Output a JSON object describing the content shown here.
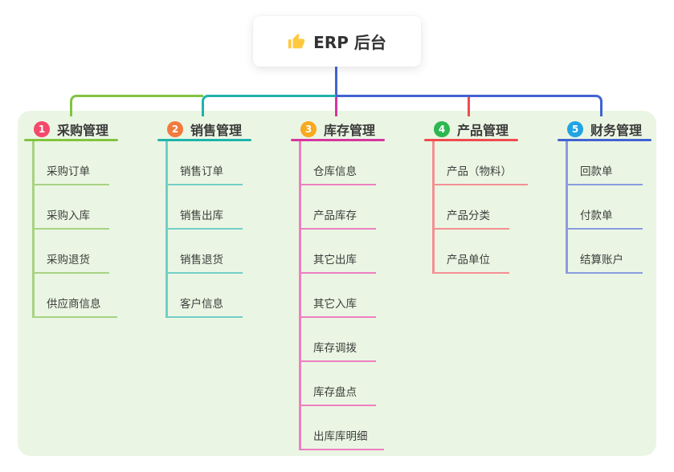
{
  "root": {
    "title": "ERP 后台",
    "icon": "thumbs-up-icon",
    "icon_color": "#FFC83D"
  },
  "panel": {
    "background": "#EAF6E3"
  },
  "connector": {
    "stem_color": "#4363D2"
  },
  "branches": [
    {
      "badge": "1",
      "label": "采购管理",
      "color": "#82C341",
      "child_line_color": "#A8D282",
      "badge_color": "#F4496B",
      "children": [
        "采购订单",
        "采购入库",
        "采购退货",
        "供应商信息"
      ]
    },
    {
      "badge": "2",
      "label": "销售管理",
      "color": "#1FB3AC",
      "child_line_color": "#72CFC6",
      "badge_color": "#F27A3D",
      "children": [
        "销售订单",
        "销售出库",
        "销售退货",
        "客户信息"
      ]
    },
    {
      "badge": "3",
      "label": "库存管理",
      "color": "#D6369E",
      "child_line_color": "#EE7FC1",
      "badge_color": "#F8A91F",
      "children": [
        "仓库信息",
        "产品库存",
        "其它出库",
        "其它入库",
        "库存调拨",
        "库存盘点",
        "出库库明细"
      ]
    },
    {
      "badge": "4",
      "label": "产品管理",
      "color": "#F04B50",
      "child_line_color": "#F48F92",
      "badge_color": "#2DB751",
      "children": [
        "产品（物料）",
        "产品分类",
        "产品单位"
      ]
    },
    {
      "badge": "5",
      "label": "财务管理",
      "color": "#4363D2",
      "child_line_color": "#8C9CE0",
      "badge_color": "#21A4E4",
      "children": [
        "回款单",
        "付款单",
        "结算账户"
      ]
    }
  ]
}
